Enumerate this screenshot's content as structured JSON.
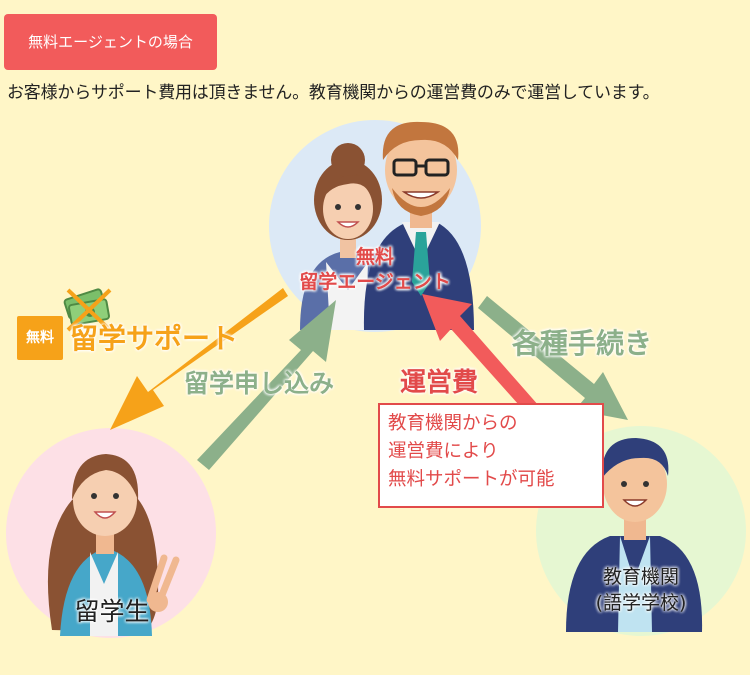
{
  "header": {
    "tag": "無料エージェントの場合",
    "lead": "お客様からサポート費用は頂きません。教育機関からの運営費のみで運営しています。"
  },
  "nodes": {
    "agent": {
      "line1": "無料",
      "line2": "留学エージェント"
    },
    "student": "留学生",
    "school": {
      "line1": "教育機関",
      "line2": "(語学学校)"
    }
  },
  "flows": {
    "free_badge": "無料",
    "support": "留学サポート",
    "apply": "留学申し込み",
    "fee": "運営費",
    "procedures": "各種手続き"
  },
  "note": {
    "lines": [
      "教育機関からの",
      "運営費により",
      "無料サポートが可能"
    ]
  },
  "colors": {
    "tag_bg": "#f25b5b",
    "orange": "#f6a219",
    "green": "#8cb08a",
    "red": "#e24a4a"
  }
}
